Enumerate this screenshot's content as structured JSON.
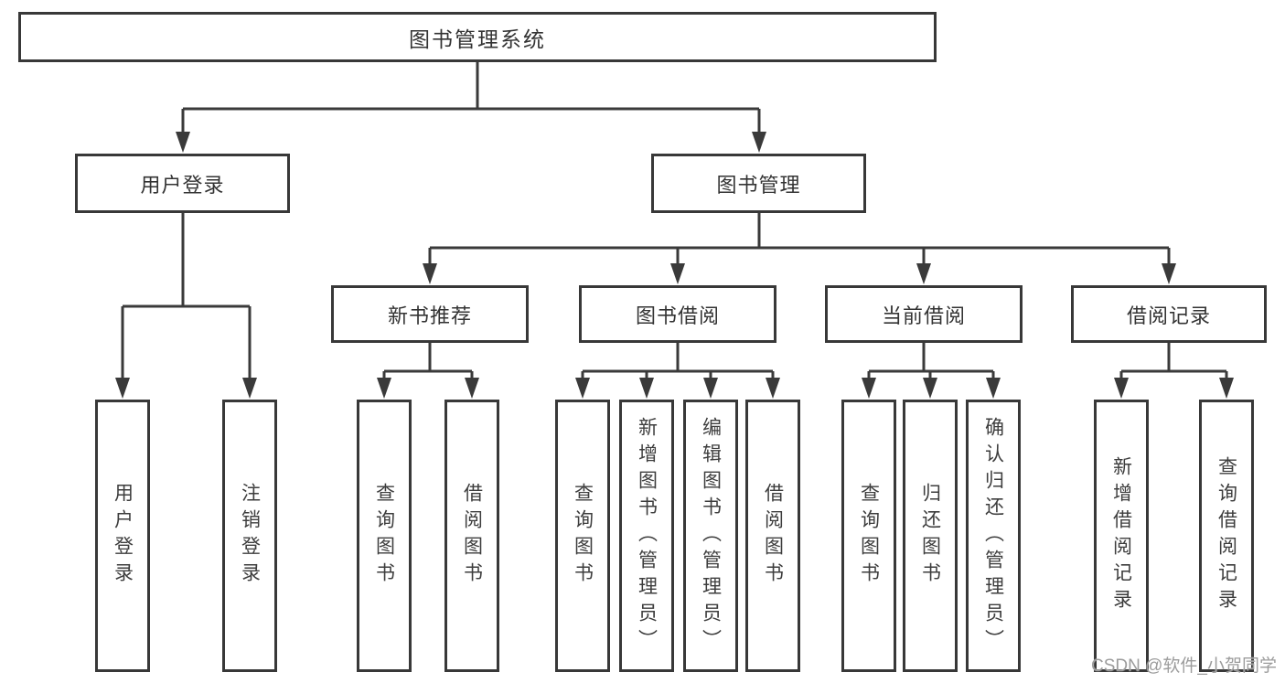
{
  "tree": {
    "label": "图书管理系统",
    "children": [
      {
        "label": "用户登录",
        "children": [
          {
            "label": "用户登录"
          },
          {
            "label": "注销登录"
          }
        ]
      },
      {
        "label": "图书管理",
        "children": [
          {
            "label": "新书推荐",
            "children": [
              {
                "label": "查询图书"
              },
              {
                "label": "借阅图书"
              }
            ]
          },
          {
            "label": "图书借阅",
            "children": [
              {
                "label": "查询图书"
              },
              {
                "label": "新增图书（管理员）"
              },
              {
                "label": "编辑图书（管理员）"
              },
              {
                "label": "借阅图书"
              }
            ]
          },
          {
            "label": "当前借阅",
            "children": [
              {
                "label": "查询图书"
              },
              {
                "label": "归还图书"
              },
              {
                "label": "确认归还（管理员）"
              }
            ]
          },
          {
            "label": "借阅记录",
            "children": [
              {
                "label": "新增借阅记录"
              },
              {
                "label": "查询借阅记录"
              }
            ]
          }
        ]
      }
    ]
  },
  "watermark": {
    "text": "CSDN @软件_小贺同学"
  },
  "colors": {
    "line": "#3a3a3a",
    "box_border": "#383838",
    "text": "#333333",
    "watermark": "#9c9c9c",
    "background": "#ffffff"
  }
}
